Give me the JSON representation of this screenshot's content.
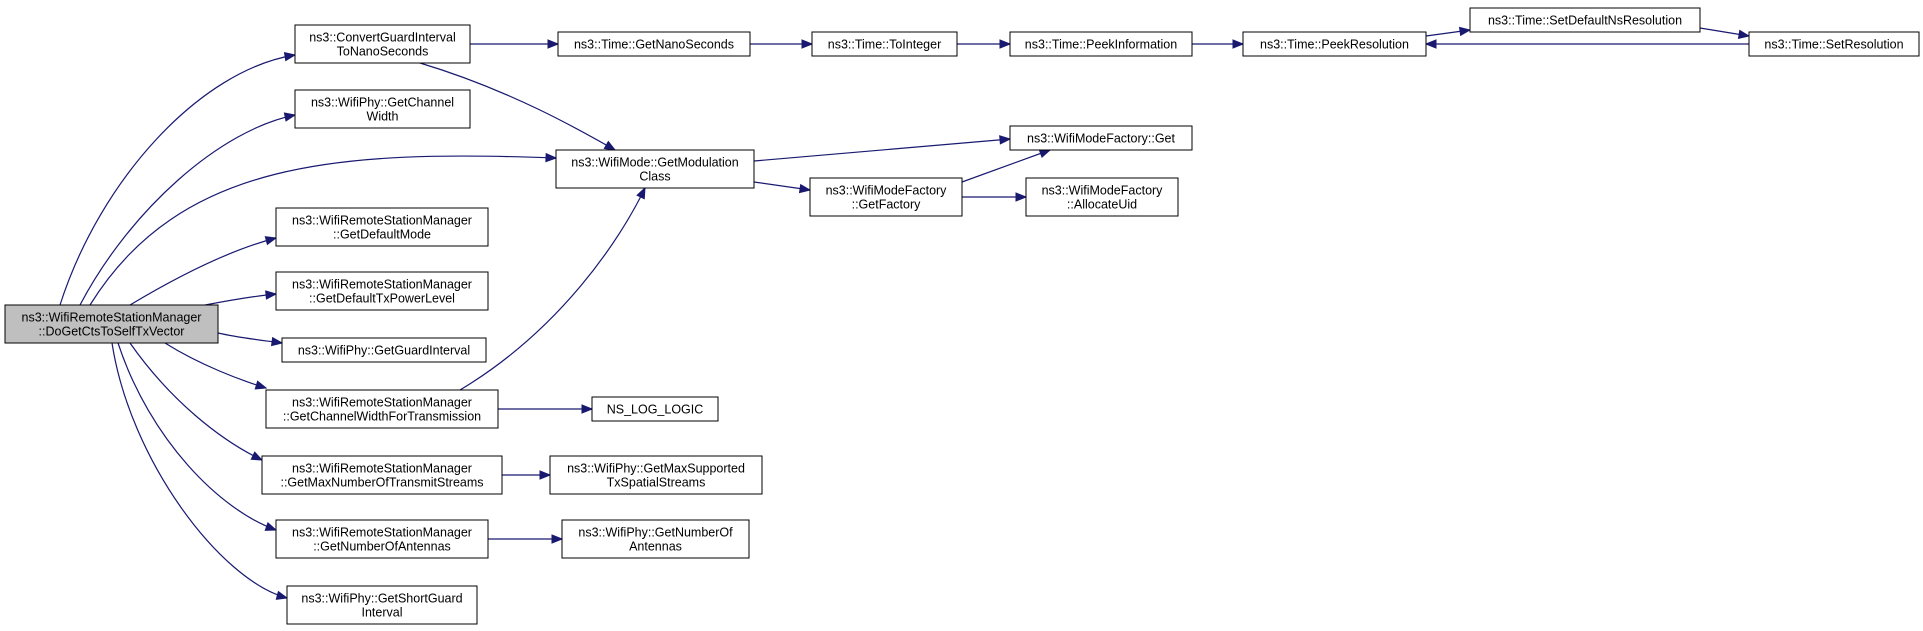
{
  "diagram": {
    "nodes": [
      {
        "id": "root",
        "lines": [
          "ns3::WifiRemoteStationManager",
          "::DoGetCtsToSelfTxVector"
        ],
        "highlight": true
      },
      {
        "id": "convert_gi",
        "lines": [
          "ns3::ConvertGuardInterval",
          "ToNanoSeconds"
        ]
      },
      {
        "id": "get_channel_width",
        "lines": [
          "ns3::WifiPhy::GetChannel",
          "Width"
        ]
      },
      {
        "id": "get_default_mode",
        "lines": [
          "ns3::WifiRemoteStationManager",
          "::GetDefaultMode"
        ]
      },
      {
        "id": "get_default_txpower",
        "lines": [
          "ns3::WifiRemoteStationManager",
          "::GetDefaultTxPowerLevel"
        ]
      },
      {
        "id": "get_guard_interval",
        "lines": [
          "ns3::WifiPhy::GetGuardInterval"
        ]
      },
      {
        "id": "get_cw_for_tx",
        "lines": [
          "ns3::WifiRemoteStationManager",
          "::GetChannelWidthForTransmission"
        ]
      },
      {
        "id": "get_max_streams",
        "lines": [
          "ns3::WifiRemoteStationManager",
          "::GetMaxNumberOfTransmitStreams"
        ]
      },
      {
        "id": "get_num_antennas_mgr",
        "lines": [
          "ns3::WifiRemoteStationManager",
          "::GetNumberOfAntennas"
        ]
      },
      {
        "id": "get_short_gi",
        "lines": [
          "ns3::WifiPhy::GetShortGuard",
          "Interval"
        ]
      },
      {
        "id": "get_nanoseconds",
        "lines": [
          "ns3::Time::GetNanoSeconds"
        ]
      },
      {
        "id": "get_mod_class",
        "lines": [
          "ns3::WifiMode::GetModulation",
          "Class"
        ]
      },
      {
        "id": "ns_log_logic",
        "lines": [
          "NS_LOG_LOGIC"
        ]
      },
      {
        "id": "get_max_supported",
        "lines": [
          "ns3::WifiPhy::GetMaxSupported",
          "TxSpatialStreams"
        ]
      },
      {
        "id": "get_num_antennas_phy",
        "lines": [
          "ns3::WifiPhy::GetNumberOf",
          "Antennas"
        ]
      },
      {
        "id": "to_integer",
        "lines": [
          "ns3::Time::ToInteger"
        ]
      },
      {
        "id": "get_factory",
        "lines": [
          "ns3::WifiModeFactory",
          "::GetFactory"
        ]
      },
      {
        "id": "peek_information",
        "lines": [
          "ns3::Time::PeekInformation"
        ]
      },
      {
        "id": "factory_get",
        "lines": [
          "ns3::WifiModeFactory::Get"
        ]
      },
      {
        "id": "allocate_uid",
        "lines": [
          "ns3::WifiModeFactory",
          "::AllocateUid"
        ]
      },
      {
        "id": "peek_resolution",
        "lines": [
          "ns3::Time::PeekResolution"
        ]
      },
      {
        "id": "set_default_ns",
        "lines": [
          "ns3::Time::SetDefaultNsResolution"
        ]
      },
      {
        "id": "set_resolution",
        "lines": [
          "ns3::Time::SetResolution"
        ]
      }
    ],
    "edges": [
      {
        "from": "root",
        "to": "convert_gi"
      },
      {
        "from": "root",
        "to": "get_channel_width"
      },
      {
        "from": "root",
        "to": "get_mod_class"
      },
      {
        "from": "root",
        "to": "get_default_mode"
      },
      {
        "from": "root",
        "to": "get_default_txpower"
      },
      {
        "from": "root",
        "to": "get_guard_interval"
      },
      {
        "from": "root",
        "to": "get_cw_for_tx"
      },
      {
        "from": "root",
        "to": "get_max_streams"
      },
      {
        "from": "root",
        "to": "get_num_antennas_mgr"
      },
      {
        "from": "root",
        "to": "get_short_gi"
      },
      {
        "from": "convert_gi",
        "to": "get_nanoseconds"
      },
      {
        "from": "convert_gi",
        "to": "get_mod_class"
      },
      {
        "from": "get_cw_for_tx",
        "to": "get_mod_class"
      },
      {
        "from": "get_cw_for_tx",
        "to": "ns_log_logic"
      },
      {
        "from": "get_max_streams",
        "to": "get_max_supported"
      },
      {
        "from": "get_num_antennas_mgr",
        "to": "get_num_antennas_phy"
      },
      {
        "from": "get_nanoseconds",
        "to": "to_integer"
      },
      {
        "from": "to_integer",
        "to": "peek_information"
      },
      {
        "from": "peek_information",
        "to": "peek_resolution"
      },
      {
        "from": "peek_resolution",
        "to": "set_default_ns"
      },
      {
        "from": "set_default_ns",
        "to": "set_resolution"
      },
      {
        "from": "set_resolution",
        "to": "peek_resolution"
      },
      {
        "from": "get_mod_class",
        "to": "factory_get"
      },
      {
        "from": "get_mod_class",
        "to": "get_factory"
      },
      {
        "from": "get_factory",
        "to": "factory_get"
      },
      {
        "from": "get_factory",
        "to": "allocate_uid"
      }
    ],
    "colors": {
      "edge": "#191970",
      "root_fill": "#bfbfbf",
      "node_fill": "#ffffff",
      "border": "#000000"
    }
  }
}
